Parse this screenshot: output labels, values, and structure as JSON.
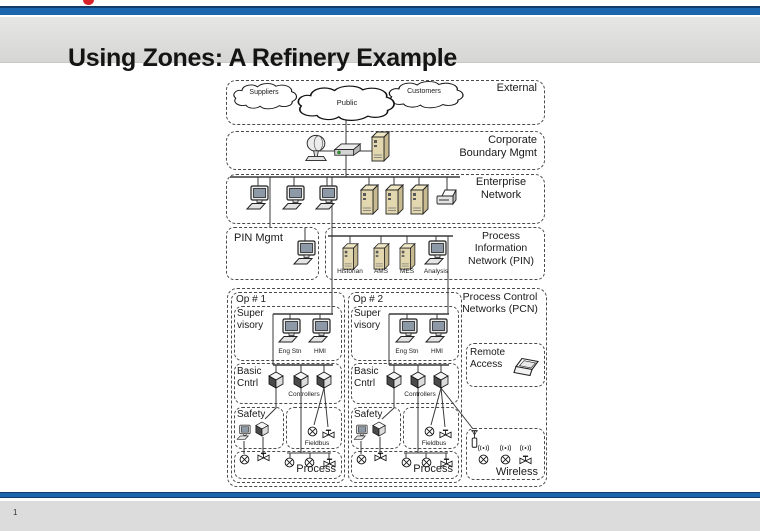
{
  "slide": {
    "title": "Using Zones: A Refinery Example",
    "page_number": "1",
    "colors": {
      "accent_blue": "#1b66ad",
      "logo_red": "#d9232b",
      "band_gray": "#dcdcdc"
    }
  },
  "diagram": {
    "zones": {
      "external": {
        "label": "External",
        "clouds": {
          "suppliers": "Suppliers",
          "public": "Public",
          "customers": "Customers"
        }
      },
      "corporate": {
        "label": "Corporate\nBoundary Mgmt"
      },
      "enterprise": {
        "label": "Enterprise\nNetwork"
      },
      "pin_mgmt": {
        "label": "PIN Mgmt"
      },
      "pin": {
        "label": "Process\nInformation\nNetwork (PIN)",
        "servers": [
          "Historian",
          "AMS",
          "MES",
          "Analysis"
        ]
      },
      "pcn": {
        "label": "Process Control\nNetworks (PCN)"
      },
      "op1": {
        "label": "Op # 1"
      },
      "op2": {
        "label": "Op # 2"
      },
      "supervisory": {
        "label": "Super\nvisory",
        "eng_stn": "Eng Stn",
        "hmi": "HMI"
      },
      "basic_control": {
        "label": "Basic\nCntrl",
        "controllers": "Controllers"
      },
      "safety": {
        "label": "Safety"
      },
      "fieldbus": {
        "label": "Fieldbus"
      },
      "process": {
        "label": "Process"
      },
      "remote_access": {
        "label": "Remote\nAccess"
      },
      "wireless": {
        "label": "Wireless"
      }
    },
    "icons": [
      "cloud",
      "desktop-computer",
      "server-tower",
      "printer",
      "satellite-dish",
      "router",
      "controller-cube",
      "laptop",
      "sensor-circle-x",
      "control-valve",
      "wireless-transmitter",
      "wifi-signal"
    ]
  }
}
